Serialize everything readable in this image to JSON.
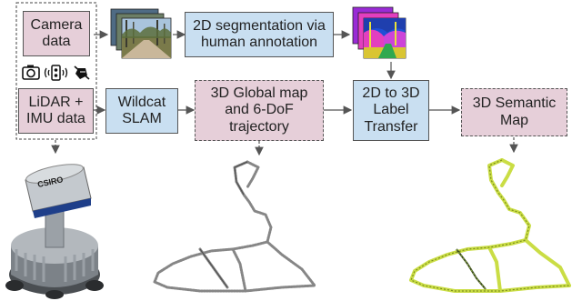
{
  "nodes": {
    "camera_data": "Camera\ndata",
    "lidar_imu": "LiDAR +\nIMU data",
    "segmentation": "2D segmentation via\nhuman annotation",
    "wildcat_slam": "Wildcat\nSLAM",
    "global_map": "3D Global map\nand 6-DoF\ntrajectory",
    "label_transfer": "2D to 3D\nLabel\nTransfer",
    "semantic_map": "3D Semantic\nMap"
  },
  "sensor_logo": "CSIRO",
  "icons": [
    "camera-icon",
    "lidar-sensor-icon",
    "imu-icon"
  ],
  "colors": {
    "input_box": "#e6cfd9",
    "process_box": "#c9dff1",
    "semantic_point_cloud": "#c8dc3c"
  }
}
